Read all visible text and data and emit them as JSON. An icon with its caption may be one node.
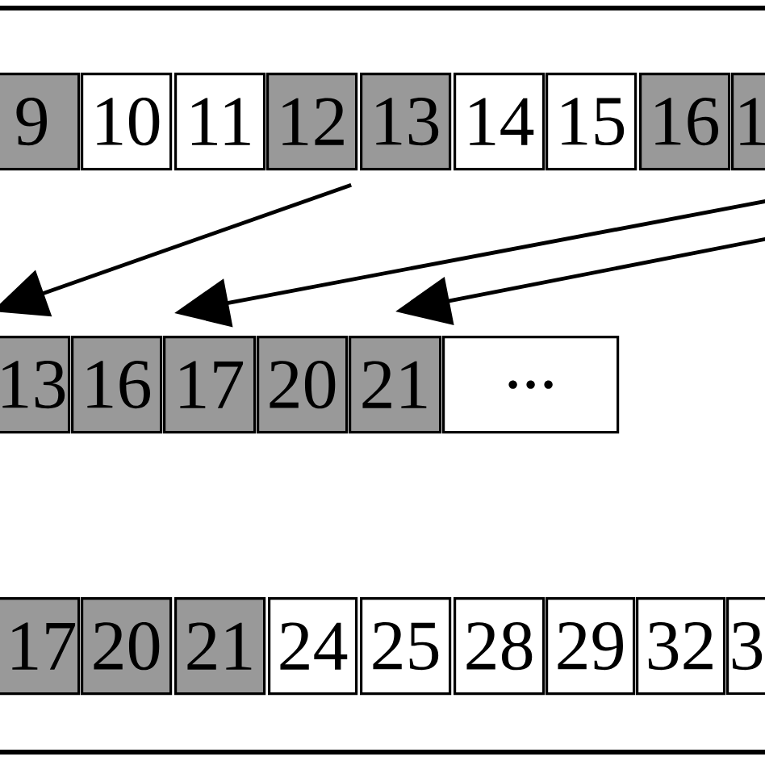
{
  "diagram": {
    "nodes": [
      {
        "text": [
          "9"
        ]
      },
      {
        "text": [
          "10"
        ]
      },
      {
        "text": [
          "11"
        ]
      },
      {
        "text": [
          "12"
        ]
      },
      {
        "text": [
          "13"
        ]
      },
      {
        "text": [
          "14"
        ]
      },
      {
        "text": [
          "15"
        ]
      },
      {
        "text": [
          "16"
        ]
      },
      {
        "text": [
          "1"
        ]
      },
      {
        "text": [
          "13"
        ]
      },
      {
        "text": [
          "16"
        ]
      },
      {
        "text": [
          "17"
        ]
      },
      {
        "text": [
          "20"
        ]
      },
      {
        "text": [
          "21"
        ]
      },
      {
        "text": [
          "..."
        ]
      },
      {
        "text": [
          "17"
        ]
      },
      {
        "text": [
          "20"
        ]
      },
      {
        "text": [
          "21"
        ]
      },
      {
        "text": [
          "24"
        ]
      },
      {
        "text": [
          "25"
        ]
      },
      {
        "text": [
          "28"
        ]
      },
      {
        "text": [
          "29"
        ]
      },
      {
        "text": [
          "32"
        ]
      },
      {
        "text": [
          "3"
        ]
      }
    ],
    "edges": [
      {
        "from": 3,
        "to": 9,
        "arrow": "to"
      },
      {
        "from": 8,
        "to": 11,
        "arrow": "to"
      },
      {
        "from": null,
        "to": 13,
        "arrow": "to"
      }
    ]
  }
}
